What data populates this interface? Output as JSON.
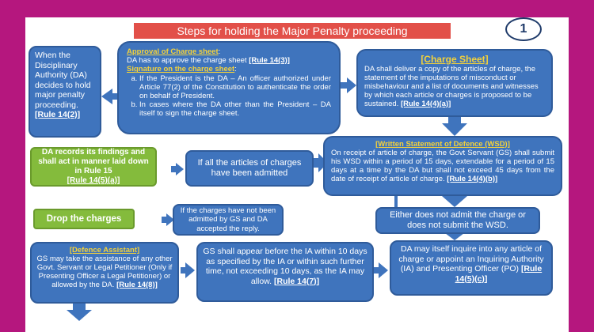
{
  "slide": {
    "title": "Steps for holding the Major Penalty proceeding",
    "page_number": "1"
  },
  "box_start": {
    "text": "When the Disciplinary Authority (DA) decides to hold major penalty proceeding.",
    "rule": "[Rule 14(2)]"
  },
  "box_approval": {
    "heading1": "Approval of Charge sheet",
    "line1": "DA has to approve the charge sheet",
    "rule1": "[Rule 14(3)]",
    "heading2": "Signature on the charge sheet",
    "item_a": "If the President is the DA – An officer authorized under Article 77(2) of the Constitution to authenticate the order on behalf of President.",
    "item_b": "In cases where the DA other than the President – DA itself to sign the charge sheet."
  },
  "box_charge_sheet": {
    "heading": "[Charge Sheet]",
    "text": "DA shall deliver a copy of the articles of charge, the statement of the imputations of misconduct or misbehaviour and a list of documents and witnesses by which each article or charges is proposed to be sustained.",
    "rule": "[Rule 14(4)(a)]"
  },
  "box_wsd": {
    "heading": "[Written Statement of Defence (WSD)]",
    "text": "On receipt of article of charge, the Govt Servant (GS) shall submit his WSD within a period of 15 days, extendable for a period of 15 days at a time by the DA but shall not exceed 45 days from the date of receipt of article of charge.",
    "rule": "[Rule 14(4)(b)]"
  },
  "box_all_admitted": {
    "text": "If all the articles of charges have been admitted"
  },
  "box_da_records": {
    "text": "DA records its findings and shall act in manner laid down in Rule 15",
    "rule": "[Rule 14(5)(a)]"
  },
  "box_not_admitted": {
    "text": "If the charges have not been admitted by GS and DA accepted the reply."
  },
  "box_drop": {
    "text": "Drop the charges"
  },
  "box_either": {
    "text": "Either does not admit the charge or does not submit the WSD."
  },
  "box_inquire": {
    "text": "DA may itself inquire into any article of charge or appoint an Inquiring Authority (IA) and Presenting Officer (PO)",
    "rule": "[Rule 14(5)(c)]"
  },
  "box_gs_appear": {
    "text": "GS shall appear before the IA within 10 days as specified by the IA or within such further time, not exceeding 10 days, as the IA may allow.",
    "rule": "[Rule 14(7)]"
  },
  "box_defence": {
    "heading": "[Defence Assistant]",
    "text": "GS may take the assistance of any other Govt. Servant or Legal Petitioner (Only if Presenting Officer a Legal Petitioner) or allowed by the DA.",
    "rule": "[Rule 14(8)]"
  },
  "colors": {
    "background": "#b5177e",
    "box_blue": "#3f74bd",
    "box_green": "#84bb3c",
    "title_red": "#e25049",
    "heading_yellow": "#f4d23a"
  }
}
